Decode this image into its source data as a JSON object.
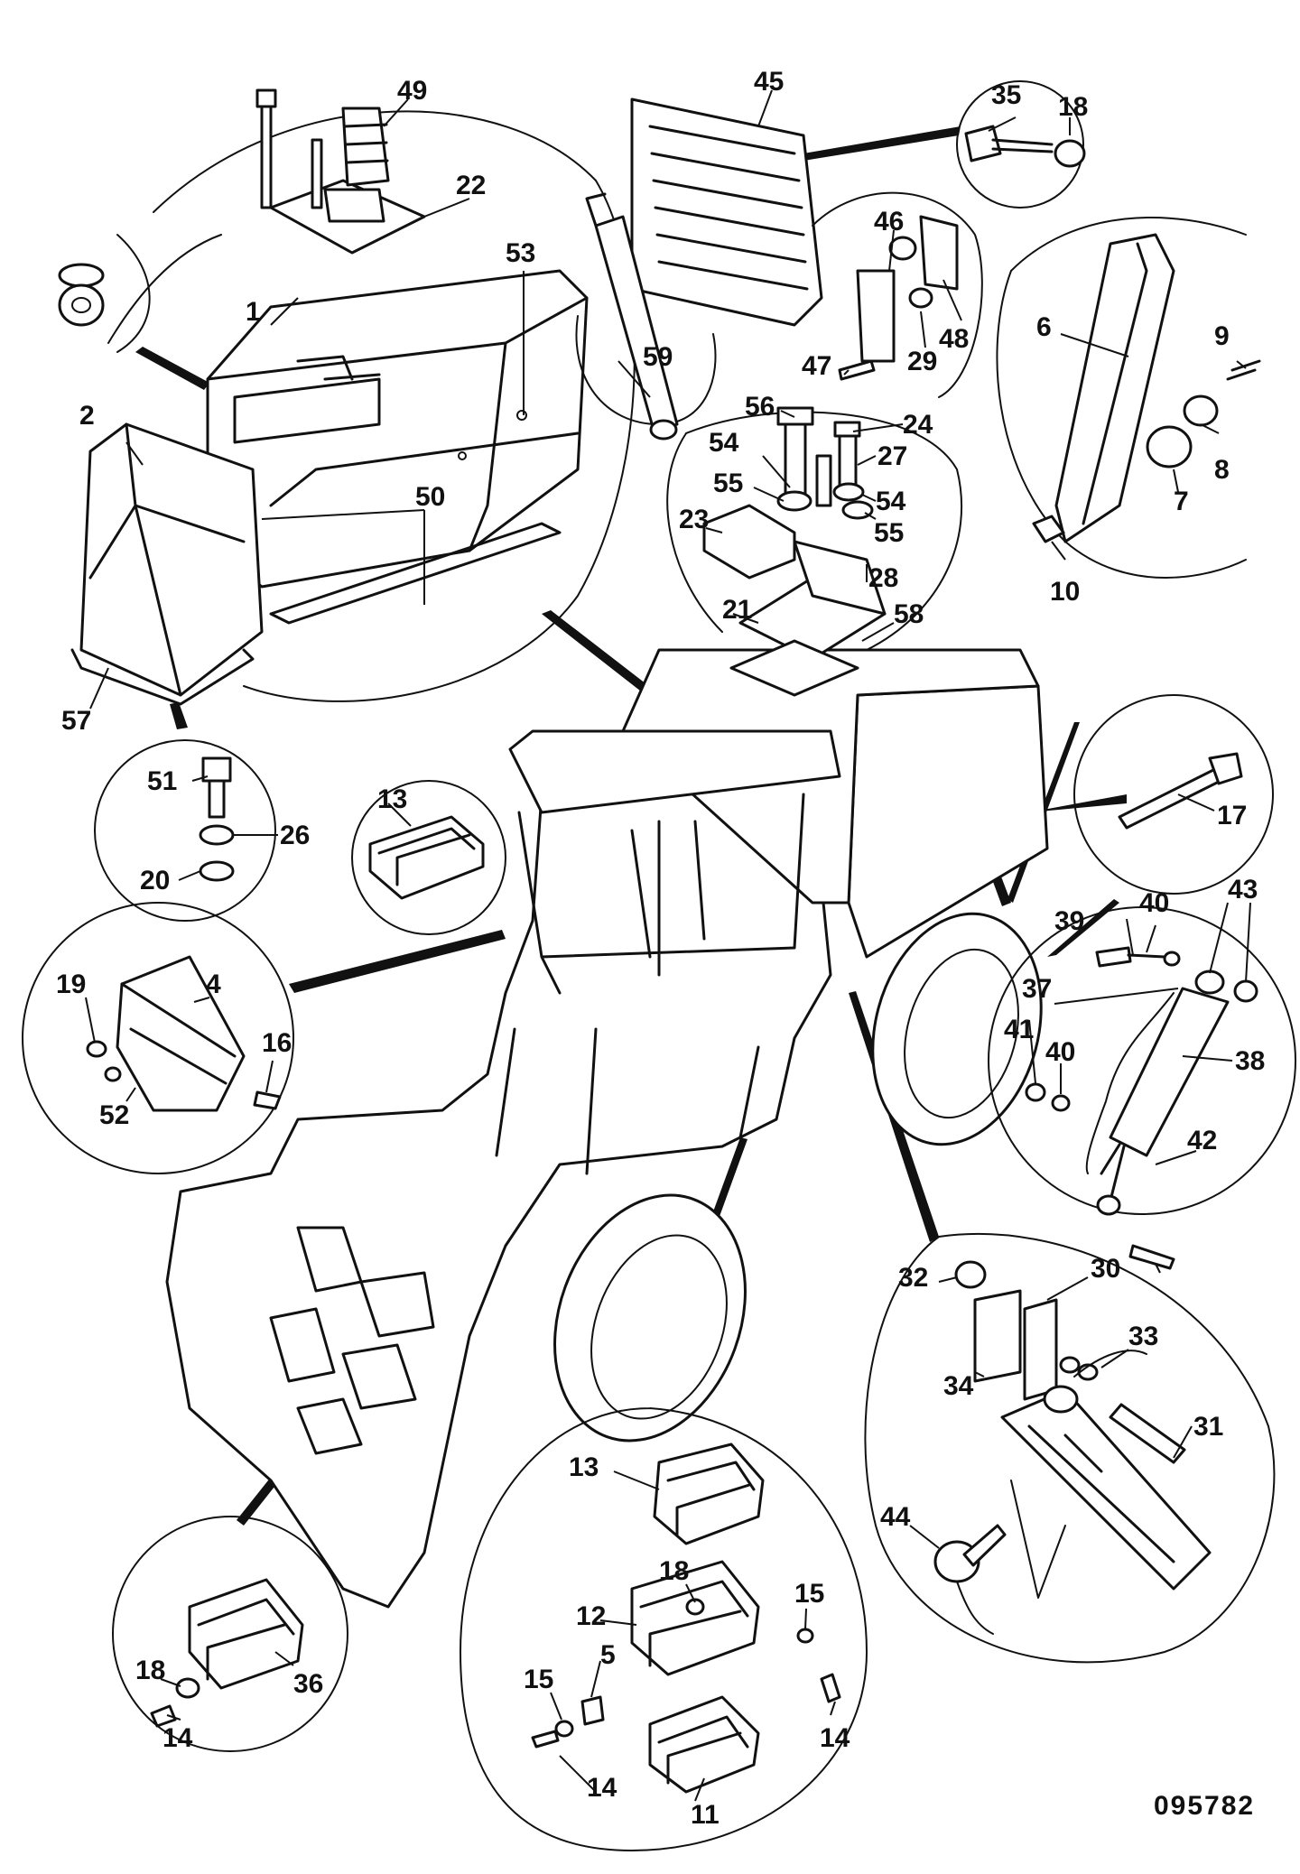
{
  "drawing_number": "095782",
  "callouts": [
    "1",
    "2",
    "4",
    "5",
    "6",
    "7",
    "8",
    "9",
    "10",
    "11",
    "12",
    "13",
    "13",
    "14",
    "14",
    "14",
    "14",
    "15",
    "15",
    "16",
    "17",
    "18",
    "18",
    "18",
    "18",
    "19",
    "20",
    "21",
    "22",
    "23",
    "24",
    "26",
    "27",
    "28",
    "29",
    "30",
    "31",
    "32",
    "33",
    "34",
    "35",
    "36",
    "37",
    "38",
    "39",
    "40",
    "40",
    "41",
    "42",
    "43",
    "43",
    "44",
    "45",
    "46",
    "47",
    "48",
    "49",
    "50",
    "50",
    "51",
    "52",
    "53",
    "54",
    "54",
    "55",
    "55",
    "56",
    "57",
    "58",
    "59"
  ]
}
